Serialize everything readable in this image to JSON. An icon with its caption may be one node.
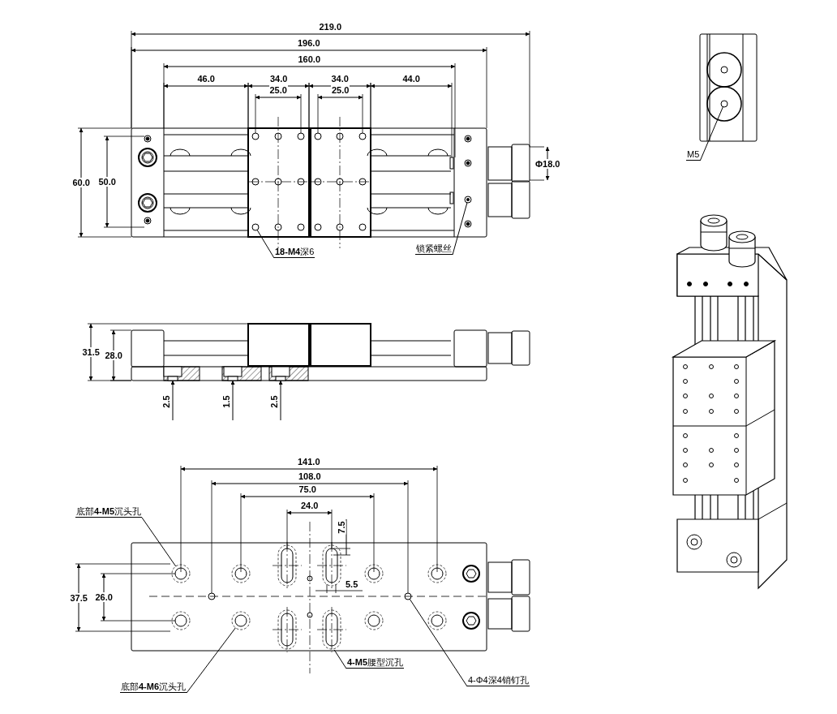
{
  "diagram": {
    "nodes": [
      {
        "text": [
          "**18-M4**深6"
        ]
      },
      {
        "text": [
          "锁紧螺丝"
        ]
      },
      {
        "text": [
          "底部**4-M5**沉头孔"
        ]
      },
      {
        "text": [
          "底部**4-M6**沉头孔"
        ]
      },
      {
        "text": [
          "**4-M5**腰型沉孔"
        ]
      },
      {
        "text": [
          "4-Φ4深4销钉孔"
        ]
      },
      {
        "text": [
          "M5"
        ]
      },
      {
        "text": [],
        "shape": "circle"
      },
      {
        "text": [],
        "shape": "circle"
      },
      {
        "text": [],
        "shape": "circle"
      },
      {
        "text": [],
        "shape": "circle"
      },
      {
        "text": [],
        "shape": "circle"
      },
      {
        "text": [],
        "shape": "circle"
      }
    ],
    "edges": [
      {
        "from": 0,
        "to": 7,
        "arrow": "none"
      },
      {
        "from": 1,
        "to": 8,
        "arrow": "none"
      },
      {
        "from": 2,
        "to": 9,
        "arrow": "none"
      },
      {
        "from": 3,
        "to": 10,
        "arrow": "none"
      },
      {
        "from": 4,
        "to": null,
        "arrow": "none"
      },
      {
        "from": 5,
        "to": 11,
        "arrow": "none"
      },
      {
        "from": 6,
        "to": 12,
        "arrow": "none"
      }
    ],
    "labels": [
      "219.0",
      "196.0",
      "160.0",
      "46.0",
      "34.0",
      "25.0",
      "34.0",
      "25.0",
      "44.0",
      "60.0",
      "50.0",
      "Φ18.0",
      "31.5",
      "28.0",
      "2.5",
      "1.5",
      "2.5",
      "141.0",
      "108.0",
      "75.0",
      "24.0",
      "7.5",
      "5.5",
      "37.5",
      "26.0"
    ]
  }
}
